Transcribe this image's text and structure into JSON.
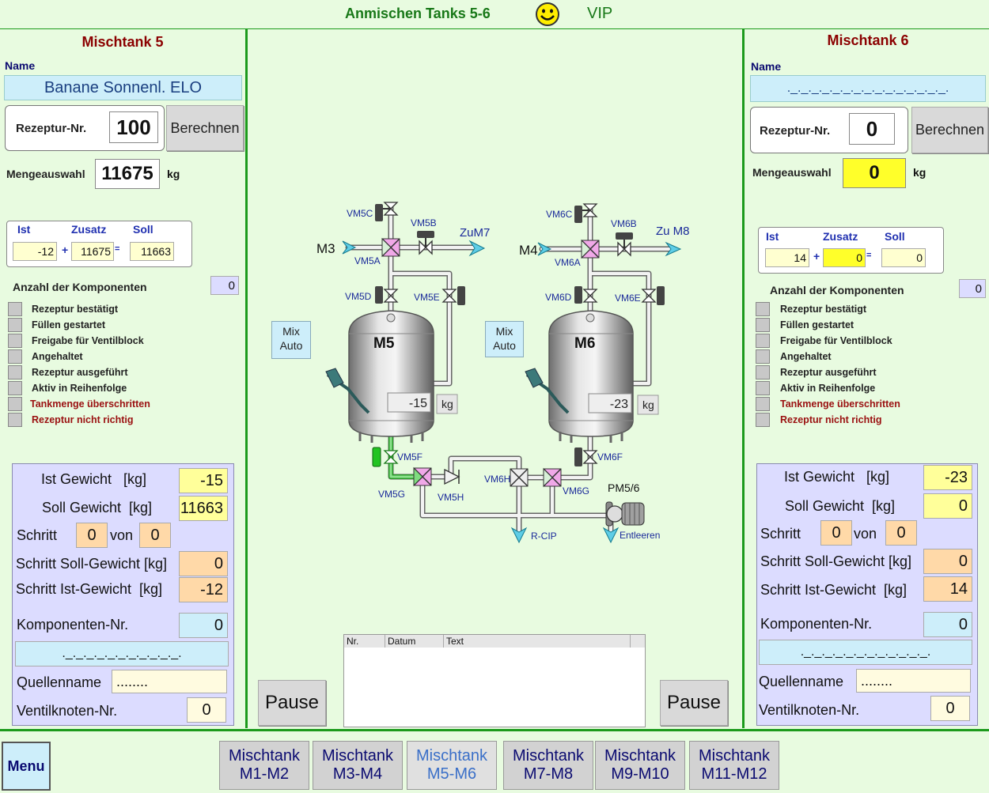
{
  "header": {
    "title": "Anmischen Tanks 5-6",
    "vip": "VIP"
  },
  "status_labels": [
    "Rezeptur bestätigt",
    "Füllen gestartet",
    "Freigabe für Ventilblock",
    "Angehaltet",
    "Rezeptur ausgeführt",
    "Aktiv in Reihenfolge",
    "Tankmenge überschritten",
    "Rezeptur nicht richtig"
  ],
  "labels": {
    "name": "Name",
    "rezeptur_nr": "Rezeptur-Nr.",
    "berechnen": "Berechnen",
    "mengeauswahl": "Mengeauswahl",
    "kg": "kg",
    "ist": "Ist",
    "zusatz": "Zusatz",
    "soll": "Soll",
    "plus": "+",
    "equals": "=",
    "anzahl": "Anzahl der Komponenten",
    "ist_gewicht": "Ist Gewicht   [kg]",
    "soll_gewicht": "Soll Gewicht  [kg]",
    "schritt": "Schritt",
    "von": "von",
    "schritt_soll": "Schritt Soll-Gewicht [kg]",
    "schritt_ist": "Schritt Ist-Gewicht  [kg]",
    "komponenten_nr": "Komponenten-Nr.",
    "quellenname": "Quellenname",
    "ventilknoten_nr": "Ventilknoten-Nr.",
    "pause": "Pause",
    "mix_line1": "Mix",
    "mix_line2": "Auto"
  },
  "tank5": {
    "title": "Mischtank 5",
    "name_value": "Banane Sonnenl. ELO",
    "rezeptur_value": "100",
    "menge_value": "11675",
    "ist": "-12",
    "zusatz": "11675",
    "soll": "11663",
    "anzahl": "0",
    "ist_gewicht": "-15",
    "soll_gewicht": "11663",
    "schritt": "0",
    "von": "0",
    "schritt_soll": "0",
    "schritt_ist": "-12",
    "komponenten_nr": "0",
    "source_dash": "._._._._._._._._._._._.",
    "quellenname": "........",
    "ventilknoten": "0"
  },
  "tank6": {
    "title": "Mischtank 6",
    "name_value": "._._._._._._._._._._._._._._._.",
    "rezeptur_value": "0",
    "menge_value": "0",
    "ist": "14",
    "zusatz": "0",
    "soll": "0",
    "anzahl": "0",
    "ist_gewicht": "-23",
    "soll_gewicht": "0",
    "schritt": "0",
    "von": "0",
    "schritt_soll": "0",
    "schritt_ist": "14",
    "komponenten_nr": "0",
    "source_dash": "._._._._._._._._._._._._.",
    "quellenname": "........",
    "ventilknoten": "0"
  },
  "diagram": {
    "m3": "M3",
    "m4": "M4",
    "zum7": "ZuM7",
    "zum8": "Zu M8",
    "vm5c": "VM5C",
    "vm5b": "VM5B",
    "vm5a": "VM5A",
    "vm5d": "VM5D",
    "vm5e": "VM5E",
    "vm5f": "VM5F",
    "vm5g": "VM5G",
    "vm5h": "VM5H",
    "vm6c": "VM6C",
    "vm6b": "VM6B",
    "vm6a": "VM6A",
    "vm6d": "VM6D",
    "vm6e": "VM6E",
    "vm6f": "VM6F",
    "vm6g": "VM6G",
    "vm6h": "VM6H",
    "m5": "M5",
    "m6": "M6",
    "m5_weight": "-15",
    "m6_weight": "-23",
    "kg": "kg",
    "pm56": "PM5/6",
    "rcip": "R-CIP",
    "entleeren": "Entleeren"
  },
  "log": {
    "columns": [
      "Nr.",
      "Datum",
      "Text"
    ]
  },
  "footer": {
    "menu": "Menu",
    "tabs": [
      {
        "l1": "Mischtank",
        "l2": "M1-M2"
      },
      {
        "l1": "Mischtank",
        "l2": "M3-M4"
      },
      {
        "l1": "Mischtank",
        "l2": "M5-M6"
      },
      {
        "l1": "Mischtank",
        "l2": "M7-M8"
      },
      {
        "l1": "Mischtank",
        "l2": "M9-M10"
      },
      {
        "l1": "Mischtank",
        "l2": "M11-M12"
      }
    ]
  },
  "colors": {
    "frame_green": "#1c9a1c",
    "bg": "#e8fbe0",
    "title_red": "#8b0000",
    "highlight_yellow": "#ffff2a"
  }
}
